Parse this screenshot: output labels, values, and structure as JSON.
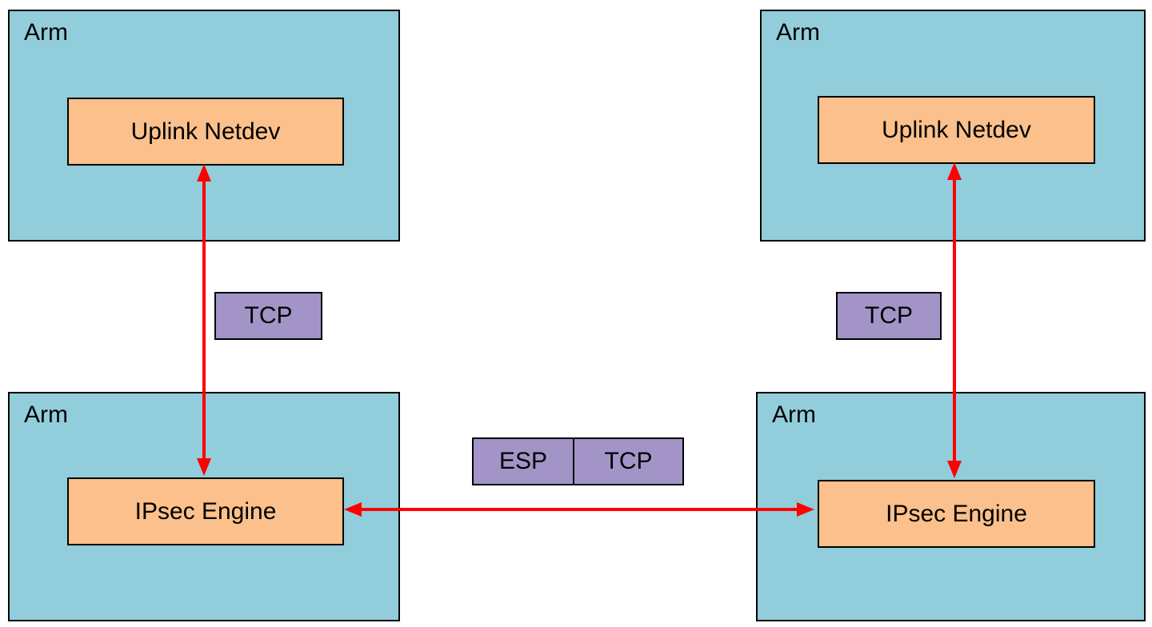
{
  "colors": {
    "node_fill": "#92cddc",
    "component_fill": "#fbc08b",
    "protocol_fill": "#a394c7",
    "arrow": "#ff0000",
    "border": "#000000",
    "background": "#ffffff"
  },
  "nodes": {
    "top_left": {
      "label": "Arm",
      "component": "Uplink Netdev"
    },
    "top_right": {
      "label": "Arm",
      "component": "Uplink Netdev"
    },
    "bottom_left": {
      "label": "Arm",
      "component": "IPsec Engine"
    },
    "bottom_right": {
      "label": "Arm",
      "component": "IPsec Engine"
    }
  },
  "links": {
    "left_vertical": {
      "protocol": "TCP"
    },
    "right_vertical": {
      "protocol": "TCP"
    },
    "horizontal": {
      "protocols": [
        "ESP",
        "TCP"
      ]
    }
  }
}
